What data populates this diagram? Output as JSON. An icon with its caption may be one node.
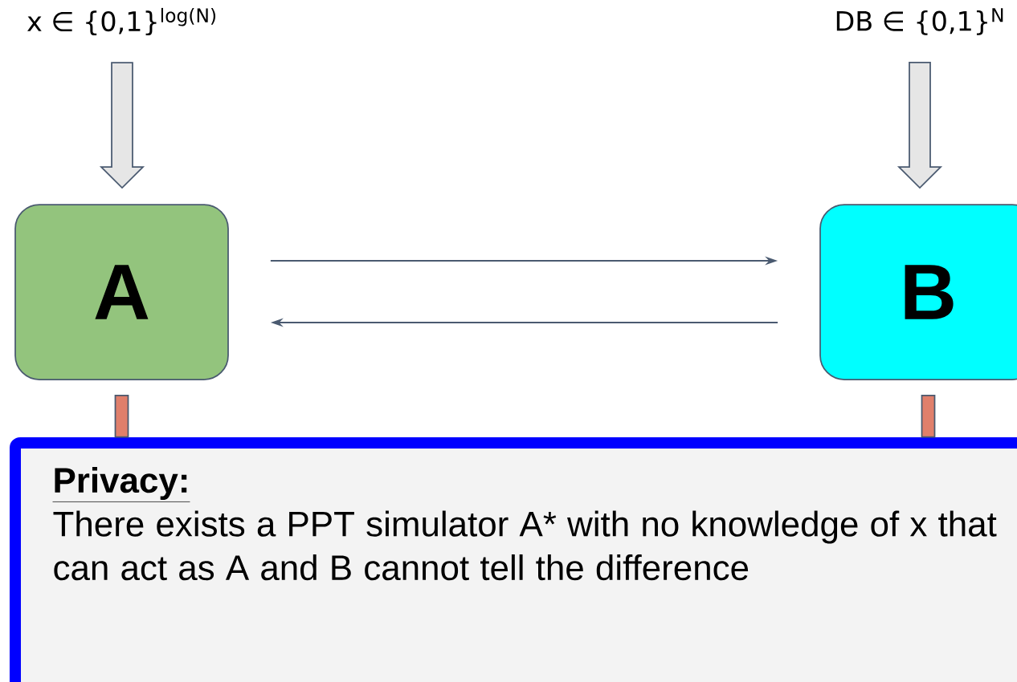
{
  "diagram": {
    "nodes": [
      {
        "text": [
          "x ∈ {0,1}$^{log(N)}$"
        ]
      },
      {
        "text": [
          "DB ∈ {0,1}$^{N}$"
        ]
      },
      {
        "text": [
          "A"
        ]
      },
      {
        "text": [
          "B"
        ]
      },
      {
        "text": [
          "Privacy:",
          "There exists a PPT simulator A* with no knowledge of x that can act as A and B cannot tell the difference"
        ]
      }
    ],
    "edges": [
      {
        "from": 0,
        "to": 2,
        "arrow": "to",
        "style": "thick",
        "color": "#e6e6e6"
      },
      {
        "from": 1,
        "to": 3,
        "arrow": "to",
        "style": "thick",
        "color": "#e6e6e6"
      },
      {
        "from": 2,
        "to": 3,
        "arrow": "to"
      },
      {
        "from": 3,
        "to": 2,
        "arrow": "to"
      },
      {
        "from": 2,
        "to": 4,
        "arrow": "none",
        "style": "thick",
        "color": "#e07f6b"
      },
      {
        "from": 3,
        "to": 4,
        "arrow": "none",
        "style": "thick",
        "color": "#e07f6b"
      }
    ]
  }
}
